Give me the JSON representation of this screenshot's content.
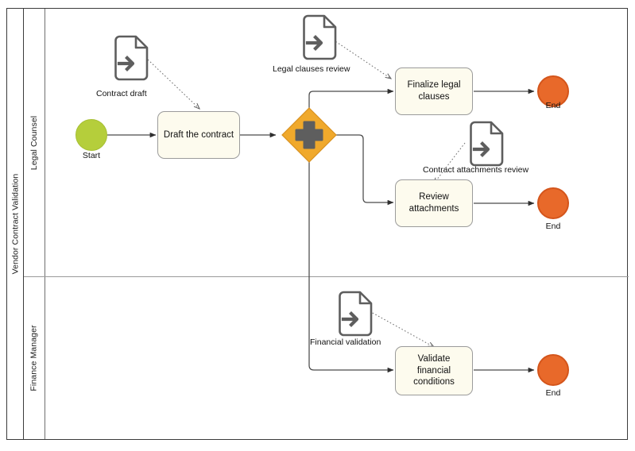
{
  "diagram": {
    "type": "bpmn-process",
    "pool": {
      "name": "Vendor Contract Validation"
    },
    "lanes": [
      {
        "id": "legal",
        "name": "Legal Counsel"
      },
      {
        "id": "finance",
        "name": "Finance Manager"
      }
    ],
    "colors": {
      "start_event_fill": "#B5CE3B",
      "end_event_fill": "#E8692A",
      "end_event_stroke": "#D4551B",
      "gateway_fill": "#F0A92C",
      "gateway_stroke": "#D89120",
      "gateway_symbol": "#5E5E5E",
      "task_fill": "#FDFBEE",
      "task_stroke": "#9B9B9B",
      "flow_stroke": "#4A4A4A",
      "pool_stroke": "#3B3B3B",
      "canvas": "#FFFFFF"
    },
    "events": [
      {
        "id": "start",
        "kind": "start-event",
        "label": "Start",
        "lane": "legal"
      },
      {
        "id": "end1",
        "kind": "end-event",
        "label": "End",
        "lane": "legal"
      },
      {
        "id": "end2",
        "kind": "end-event",
        "label": "End",
        "lane": "legal"
      },
      {
        "id": "end3",
        "kind": "end-event",
        "label": "End",
        "lane": "finance"
      }
    ],
    "tasks": [
      {
        "id": "t1",
        "label": "Draft the contract",
        "lane": "legal"
      },
      {
        "id": "t2",
        "label": "Finalize legal clauses",
        "lane": "legal"
      },
      {
        "id": "t3",
        "label": "Review attachments",
        "lane": "legal"
      },
      {
        "id": "t4",
        "label": "Validate financial conditions",
        "lane": "finance"
      }
    ],
    "gateways": [
      {
        "id": "g1",
        "kind": "parallel-gateway",
        "symbol": "plus",
        "label": "",
        "lane": "legal"
      }
    ],
    "data_objects": [
      {
        "id": "d1",
        "kind": "data-input-object",
        "label": "Contract draft",
        "target": "t1"
      },
      {
        "id": "d2",
        "kind": "data-input-object",
        "label": "Legal clauses review",
        "target": "t2"
      },
      {
        "id": "d3",
        "kind": "data-input-object",
        "label": "Contract attachments review",
        "target": "t3"
      },
      {
        "id": "d4",
        "kind": "data-input-object",
        "label": "Financial validation",
        "target": "t4"
      }
    ],
    "sequence_flows": [
      {
        "from": "start",
        "to": "t1"
      },
      {
        "from": "t1",
        "to": "g1"
      },
      {
        "from": "g1",
        "to": "t2"
      },
      {
        "from": "g1",
        "to": "t3"
      },
      {
        "from": "g1",
        "to": "t4"
      },
      {
        "from": "t2",
        "to": "end1"
      },
      {
        "from": "t3",
        "to": "end2"
      },
      {
        "from": "t4",
        "to": "end3"
      }
    ],
    "data_associations": [
      {
        "from": "d1",
        "to": "t1"
      },
      {
        "from": "d2",
        "to": "t2"
      },
      {
        "from": "d3",
        "to": "t3"
      },
      {
        "from": "d4",
        "to": "t4"
      }
    ]
  }
}
